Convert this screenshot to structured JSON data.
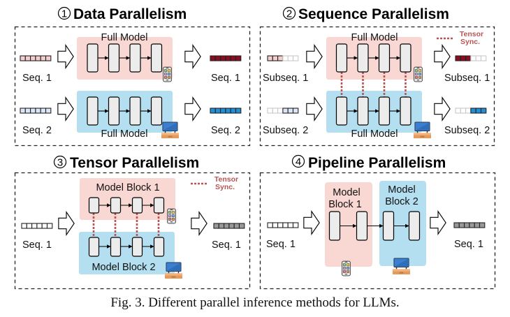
{
  "figure": {
    "caption": "Fig. 3.  Different parallel inference methods for LLMs.",
    "colors": {
      "device1_region": "#f9d7d3",
      "device2_region": "#b3dff0",
      "block_fill": "#ececec",
      "tensor_sync": "#b85454",
      "input_seq1": "#f6cdcd",
      "input_seq2": "#dbe7f7",
      "output_seq1": "#8b0d1f",
      "output_seq2": "#1e90d6",
      "neutral_seq": "#999999"
    },
    "panels": [
      {
        "id": "data-parallelism",
        "number": "1",
        "title": "Data Parallelism",
        "rows": [
          {
            "input_label": "Seq. 1",
            "output_label": "Seq. 1",
            "model_label": "Full Model",
            "device": "smartphone"
          },
          {
            "input_label": "Seq. 2",
            "output_label": "Seq. 2",
            "model_label": "Full Model",
            "device": "tv"
          }
        ]
      },
      {
        "id": "sequence-parallelism",
        "number": "2",
        "title": "Sequence Parallelism",
        "legend": {
          "line1": "Tensor",
          "line2": "Sync."
        },
        "rows": [
          {
            "input_label": "Subseq. 1",
            "output_label": "Subseq. 1",
            "model_label": "Full Model",
            "device": "smartphone"
          },
          {
            "input_label": "Subseq. 2",
            "output_label": "Subseq. 2",
            "model_label": "Full Model",
            "device": "tv"
          }
        ]
      },
      {
        "id": "tensor-parallelism",
        "number": "3",
        "title": "Tensor Parallelism",
        "legend": {
          "line1": "Tensor",
          "line2": "Sync."
        },
        "input_label": "Seq. 1",
        "output_label": "Seq. 1",
        "blocks": [
          {
            "label": "Model Block 1",
            "device": "smartphone"
          },
          {
            "label": "Model Block 2",
            "device": "tv"
          }
        ]
      },
      {
        "id": "pipeline-parallelism",
        "number": "4",
        "title": "Pipeline Parallelism",
        "input_label": "Seq. 1",
        "output_label": "Seq. 1",
        "blocks": [
          {
            "label_line1": "Model",
            "label_line2": "Block 1",
            "device": "smartphone"
          },
          {
            "label_line1": "Model",
            "label_line2": "Block 2",
            "device": "tv"
          }
        ]
      }
    ]
  }
}
